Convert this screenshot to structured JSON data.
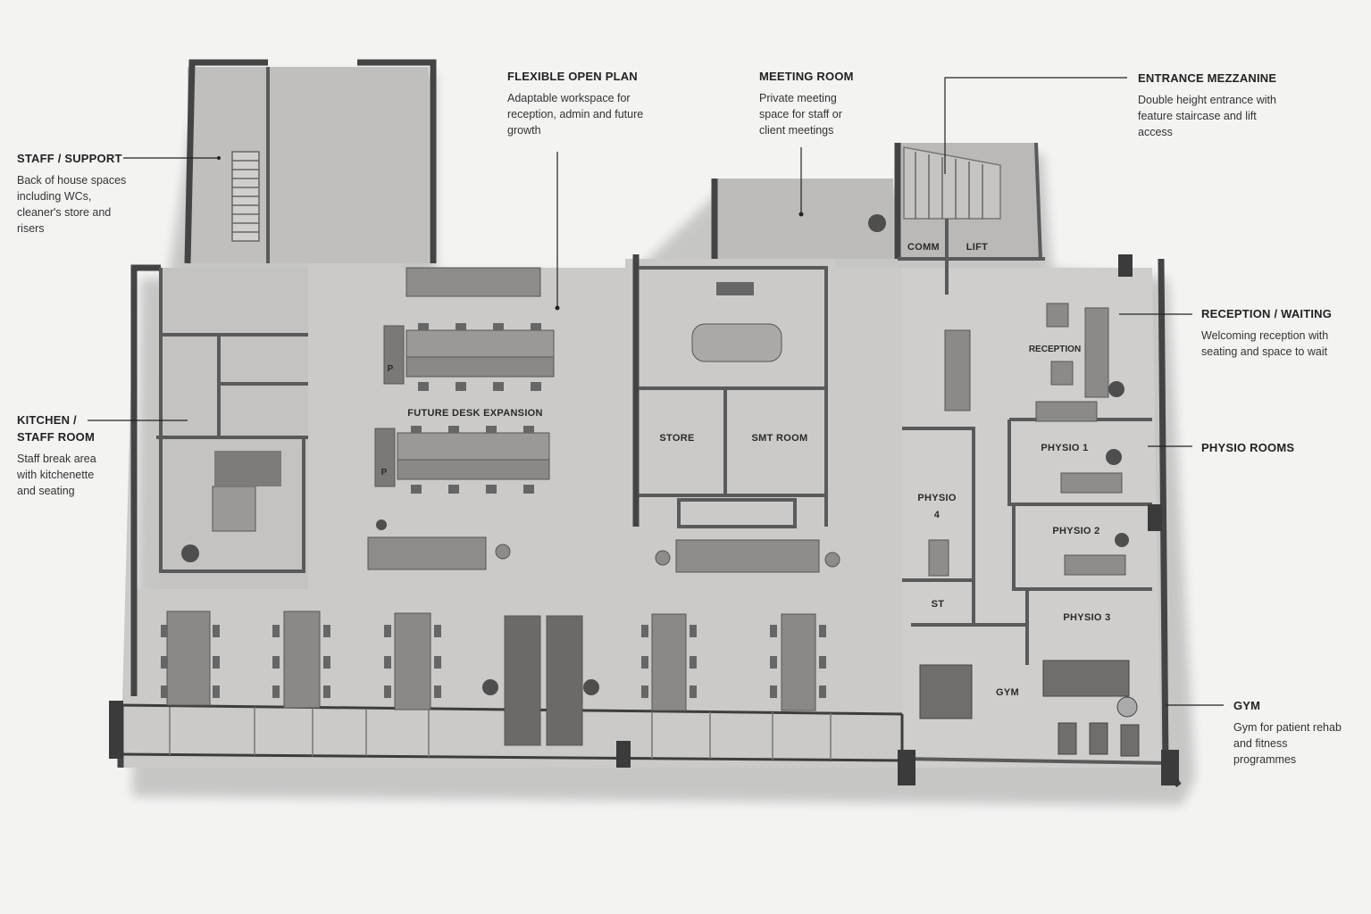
{
  "callouts": {
    "staff_support": {
      "title": "STAFF / SUPPORT",
      "desc": "Back of house spaces including WCs, cleaner's store and risers"
    },
    "kitchen": {
      "title": "KITCHEN /\nSTAFF ROOM",
      "desc": "Staff break area with kitchenette and seating"
    },
    "flexible": {
      "title": "FLEXIBLE OPEN PLAN",
      "desc": "Adaptable workspace for reception, admin and future growth"
    },
    "meeting": {
      "title": "MEETING ROOM",
      "desc": "Private meeting space for staff or client meetings"
    },
    "entrance": {
      "title": "ENTRANCE MEZZANINE",
      "desc": "Double height entrance with feature staircase and lift access"
    },
    "reception": {
      "title": "RECEPTION / WAITING",
      "desc": "Welcoming reception with seating and space to wait"
    },
    "physio_rooms": {
      "title": "PHYSIO ROOMS",
      "desc": ""
    },
    "gym": {
      "title": "GYM",
      "desc": "Gym for patient rehab and fitness programmes"
    }
  },
  "rooms": {
    "future_desk": "FUTURE DESK EXPANSION",
    "store": "STORE",
    "smt_room": "SMT ROOM",
    "comm": "COMM",
    "lift": "LIFT",
    "reception": "RECEPTION",
    "physio_1": "PHYSIO 1",
    "physio_2": "PHYSIO 2",
    "physio_3": "PHYSIO 3",
    "physio_4_line1": "PHYSIO",
    "physio_4_line2": "4",
    "st": "ST",
    "gym": "GYM",
    "p1": "P",
    "p2": "P"
  },
  "colors": {
    "background": "#f3f3f2",
    "floor": "#c9c8c6",
    "wall": "#4a4a4a",
    "furniture": "#7d7d7d",
    "label": "#222222"
  }
}
